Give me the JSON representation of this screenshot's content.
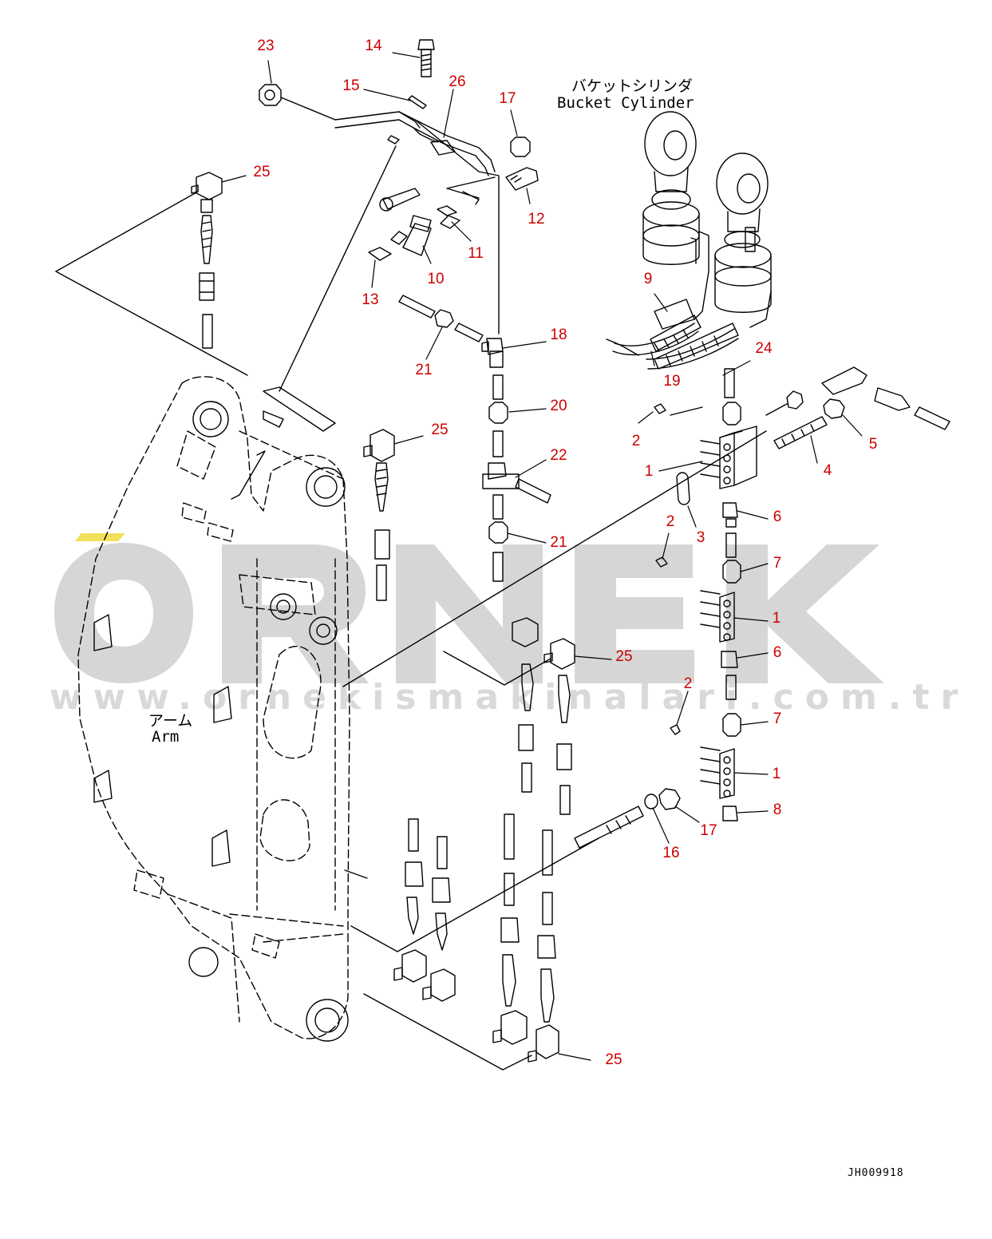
{
  "watermark": {
    "brand": "ÖRNEK",
    "url": "www.ornekismakinalari.com.tr"
  },
  "bucket_cylinder": {
    "label_jp": "バケットシリンダ",
    "label_en": "Bucket Cylinder"
  },
  "arm": {
    "label_jp": "アーム",
    "label_en": "Arm"
  },
  "drawing_code": "JH009918",
  "callouts": [
    {
      "id": "c23",
      "text": "23"
    },
    {
      "id": "c14",
      "text": "14"
    },
    {
      "id": "c15",
      "text": "15"
    },
    {
      "id": "c26",
      "text": "26"
    },
    {
      "id": "c17a",
      "text": "17"
    },
    {
      "id": "c25a",
      "text": "25"
    },
    {
      "id": "c12",
      "text": "12"
    },
    {
      "id": "c11",
      "text": "11"
    },
    {
      "id": "c10",
      "text": "10"
    },
    {
      "id": "c13",
      "text": "13"
    },
    {
      "id": "c9",
      "text": "9"
    },
    {
      "id": "c18",
      "text": "18"
    },
    {
      "id": "c21a",
      "text": "21"
    },
    {
      "id": "c24",
      "text": "24"
    },
    {
      "id": "c19",
      "text": "19"
    },
    {
      "id": "c20",
      "text": "20"
    },
    {
      "id": "c2a",
      "text": "2"
    },
    {
      "id": "c25b",
      "text": "25"
    },
    {
      "id": "c5",
      "text": "5"
    },
    {
      "id": "c1a",
      "text": "1"
    },
    {
      "id": "c4",
      "text": "4"
    },
    {
      "id": "c22",
      "text": "22"
    },
    {
      "id": "c2b",
      "text": "2"
    },
    {
      "id": "c6a",
      "text": "6"
    },
    {
      "id": "c3",
      "text": "3"
    },
    {
      "id": "c21b",
      "text": "21"
    },
    {
      "id": "c7a",
      "text": "7"
    },
    {
      "id": "c1b",
      "text": "1"
    },
    {
      "id": "c6b",
      "text": "6"
    },
    {
      "id": "c25c",
      "text": "25"
    },
    {
      "id": "c2c",
      "text": "2"
    },
    {
      "id": "c7b",
      "text": "7"
    },
    {
      "id": "c1c",
      "text": "1"
    },
    {
      "id": "c8",
      "text": "8"
    },
    {
      "id": "c17b",
      "text": "17"
    },
    {
      "id": "c16",
      "text": "16"
    },
    {
      "id": "c25d",
      "text": "25"
    }
  ]
}
